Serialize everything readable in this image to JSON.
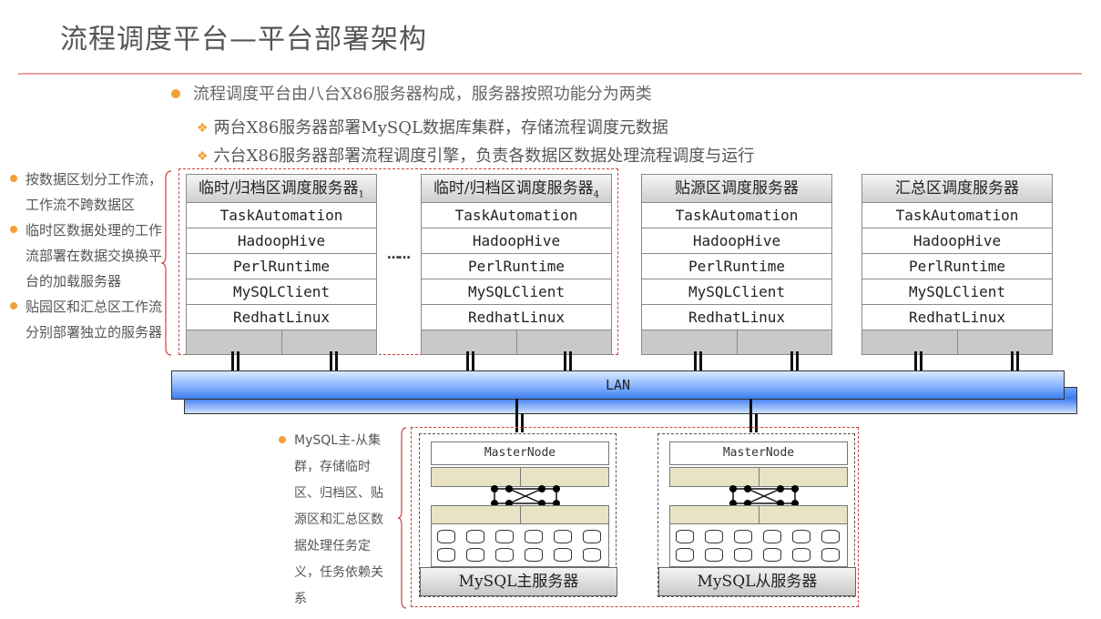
{
  "title": "流程调度平台—平台部署架构",
  "intro": {
    "main": "流程调度平台由八台X86服务器构成，服务器按照功能分为两类",
    "subs": [
      "两台X86服务器部署MySQL数据库集群，存储流程调度元数据",
      "六台X86服务器部署流程调度引擎，负责各数据区数据处理流程调度与运行"
    ]
  },
  "left_notes": [
    "按数据区划分工作流，工作流不跨数据区",
    "临时区数据处理的工作流部署在数据交换换平台的加载服务器",
    "贴园区和汇总区工作流分别部署独立的服务器"
  ],
  "servers": [
    {
      "name": "临时/归档区调度服务器",
      "sub": "1"
    },
    {
      "name": "临时/归档区调度服务器",
      "sub": "4"
    },
    {
      "name": "贴源区调度服务器",
      "sub": ""
    },
    {
      "name": "汇总区调度服务器",
      "sub": ""
    }
  ],
  "stack": [
    "TaskAutomation",
    "HadoopHive",
    "PerlRuntime",
    "MySQLClient",
    "RedhatLinux"
  ],
  "ellipsis": "……",
  "lan": "LAN",
  "mysql_note": "MySQL主-从集群，存储临时区、归档区、贴源区和汇总区数据处理任务定义，任务依赖关系",
  "mysql_nodes": [
    {
      "top": "MasterNode",
      "label": "MySQL主服务器"
    },
    {
      "top": "MasterNode",
      "label": "MySQL从服务器"
    }
  ],
  "colors": {
    "accent": "#f2a038",
    "dashed_border": "#d04040",
    "lan": "#3e7ef0"
  }
}
